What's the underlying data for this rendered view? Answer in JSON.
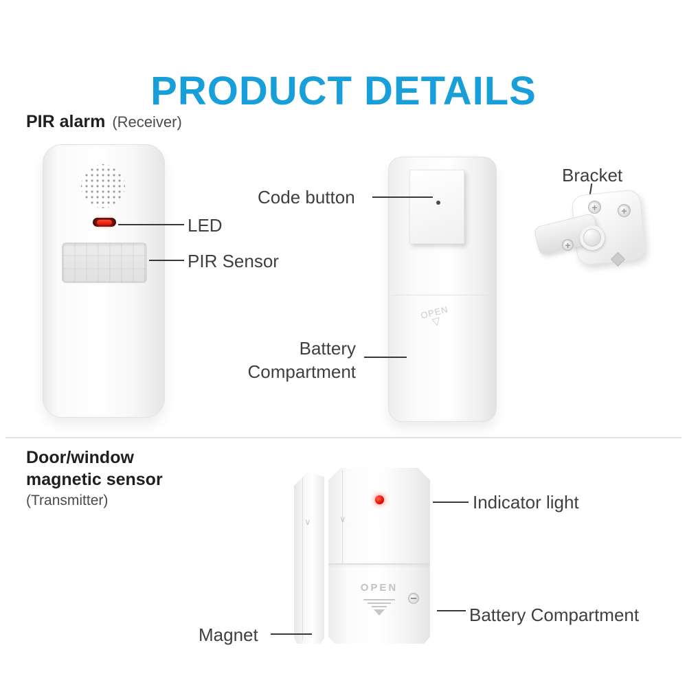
{
  "title": "PRODUCT DETAILS",
  "colors": {
    "accent": "#189fd9",
    "led_red": "#e00d00",
    "label_text": "#3f3f3f",
    "device_body": "#ffffff"
  },
  "icons": {
    "screw_cross": "+",
    "open_arrow": "▽",
    "notch": "∨"
  },
  "pir_section": {
    "heading": "PIR alarm",
    "subheading": "(Receiver)",
    "back_open_text": "OPEN",
    "callouts": {
      "code_button": "Code button",
      "led": "LED",
      "pir_sensor": "PIR Sensor",
      "bracket": "Bracket",
      "battery_line1": "Battery",
      "battery_line2": "Compartment"
    }
  },
  "door_section": {
    "heading_line1": "Door/window",
    "heading_line2": "magnetic sensor",
    "subheading": "(Transmitter)",
    "cover_open_text": "OPEN",
    "callouts": {
      "indicator": "Indicator light",
      "battery": "Battery Compartment",
      "magnet": "Magnet"
    }
  }
}
